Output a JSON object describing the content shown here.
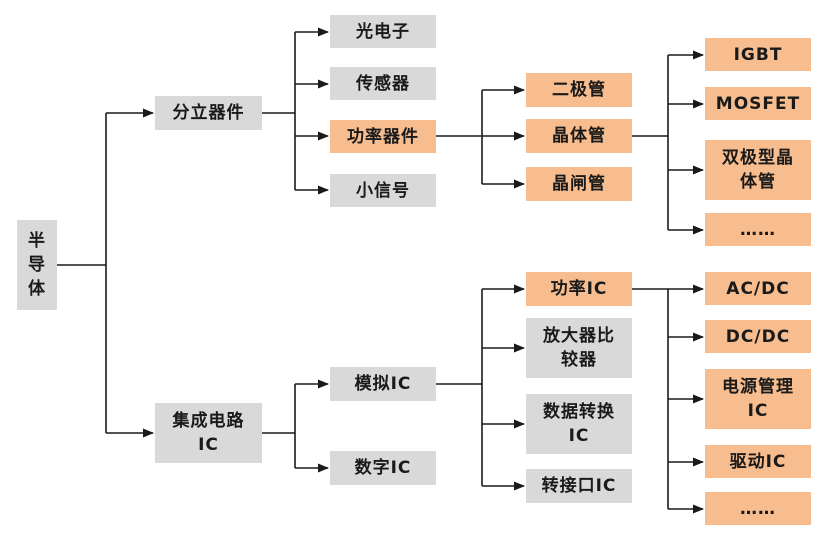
{
  "colors": {
    "gray_box": "#d9d9d9",
    "orange_box": "#f7bd8e",
    "line": "#1a1a1a"
  },
  "nodes": {
    "root": "半\n导\n体",
    "discrete": "分立器件",
    "ic": "集成电路\nIC",
    "optoelectronics": "光电子",
    "sensor": "传感器",
    "power_device": "功率器件",
    "small_signal": "小信号",
    "diode": "二极管",
    "transistor": "晶体管",
    "thyristor": "晶闸管",
    "igbt": "IGBT",
    "mosfet": "MOSFET",
    "bjt": "双极型晶\n体管",
    "transistor_more": "……",
    "analog_ic": "模拟IC",
    "digital_ic": "数字IC",
    "power_ic": "功率IC",
    "amp_comparator": "放大器比\n较器",
    "data_converter": "数据转换\nIC",
    "interface_ic": "转接口IC",
    "ac_dc": "AC/DC",
    "dc_dc": "DC/DC",
    "power_mgmt": "电源管理\nIC",
    "driver_ic": "驱动IC",
    "power_ic_more": "……"
  }
}
